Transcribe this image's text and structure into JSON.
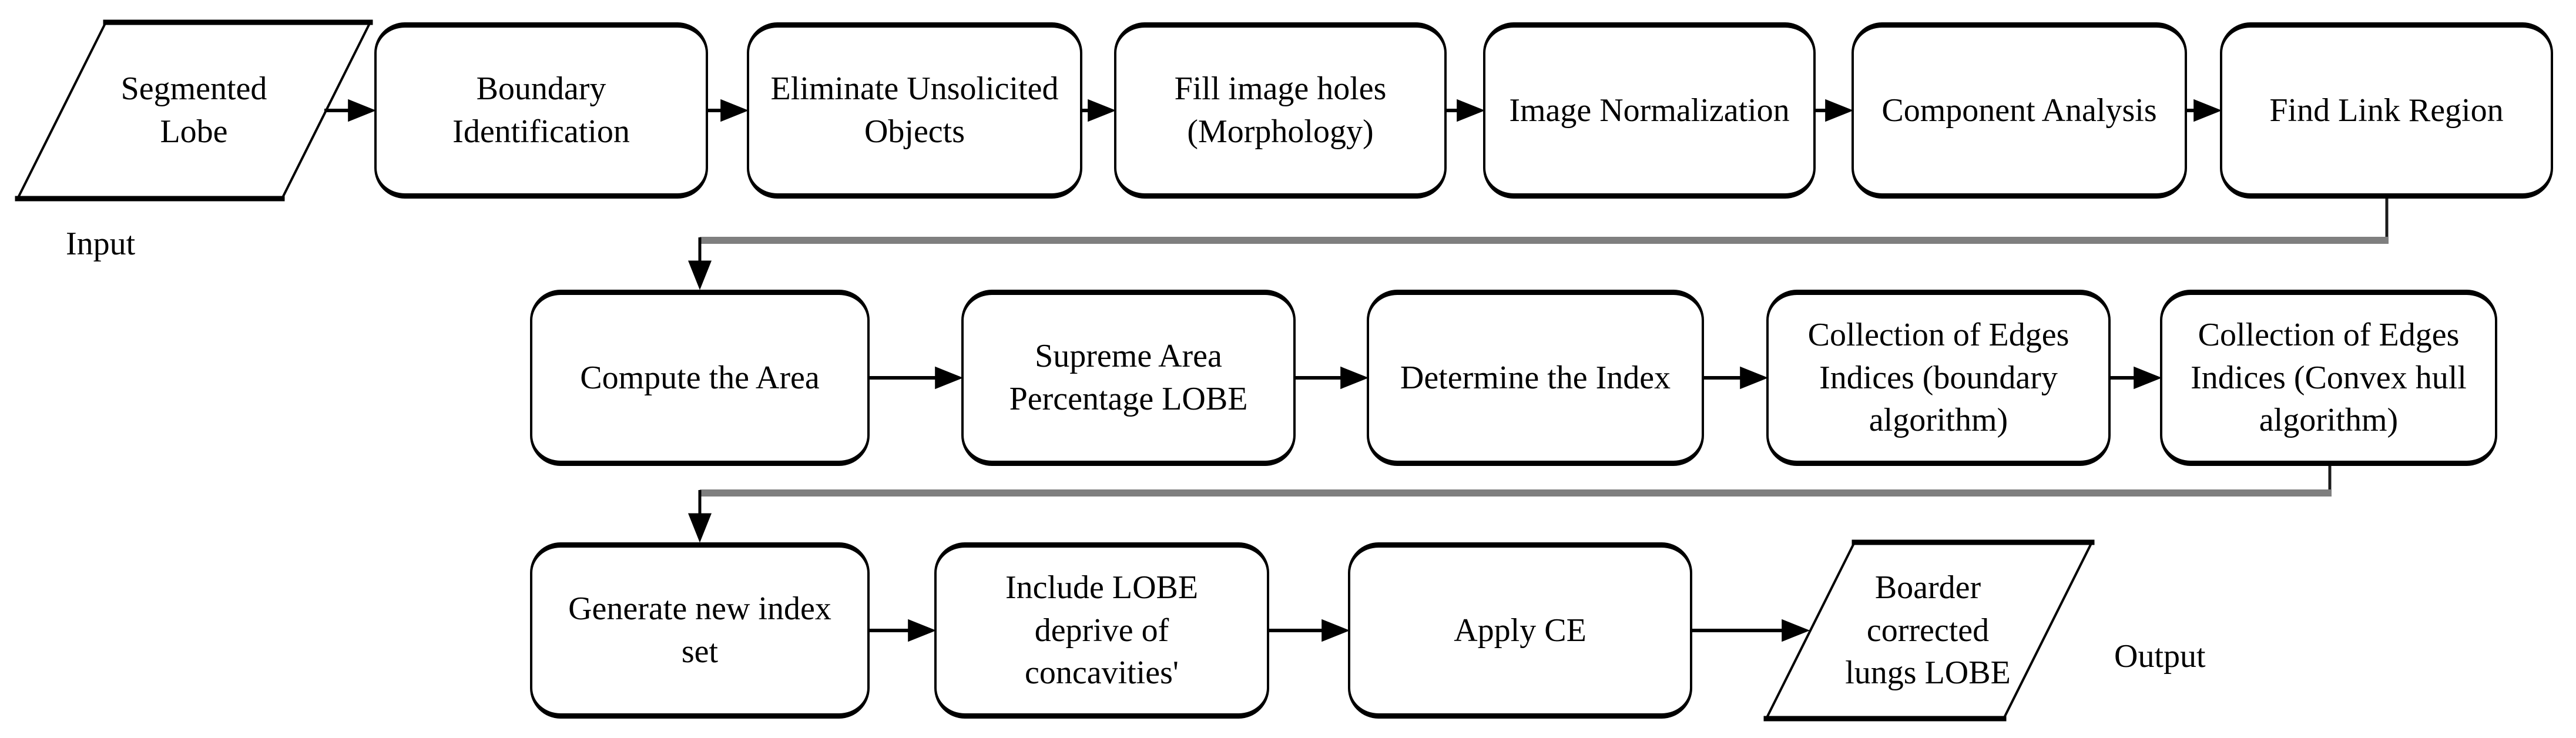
{
  "colors": {
    "stroke": "#000000",
    "connector_gray": "#7f7f7f",
    "background": "#ffffff",
    "text": "#000000"
  },
  "annotations": {
    "input": "Input",
    "output": "Output"
  },
  "nodes": [
    {
      "id": "segmented-lobe",
      "shape": "parallelogram",
      "label": "Segmented\nLobe"
    },
    {
      "id": "boundary-identification",
      "shape": "rounded-rect",
      "label": "Boundary\nIdentification"
    },
    {
      "id": "eliminate-unsolicited-objects",
      "shape": "rounded-rect",
      "label": "Eliminate Unsolicited\nObjects"
    },
    {
      "id": "fill-image-holes",
      "shape": "rounded-rect",
      "label": "Fill image holes\n(Morphology)"
    },
    {
      "id": "image-normalization",
      "shape": "rounded-rect",
      "label": "Image Normalization"
    },
    {
      "id": "component-analysis",
      "shape": "rounded-rect",
      "label": "Component Analysis"
    },
    {
      "id": "find-link-region",
      "shape": "rounded-rect",
      "label": "Find Link Region"
    },
    {
      "id": "compute-the-area",
      "shape": "rounded-rect",
      "label": "Compute the Area"
    },
    {
      "id": "supreme-area-percentage-lobe",
      "shape": "rounded-rect",
      "label": "Supreme Area\nPercentage LOBE"
    },
    {
      "id": "determine-the-index",
      "shape": "rounded-rect",
      "label": "Determine the Index"
    },
    {
      "id": "collection-edges-boundary",
      "shape": "rounded-rect",
      "label": "Collection of Edges\nIndices (boundary\nalgorithm)"
    },
    {
      "id": "collection-edges-convex-hull",
      "shape": "rounded-rect",
      "label": "Collection of Edges\nIndices (Convex hull\nalgorithm)"
    },
    {
      "id": "generate-new-index-set",
      "shape": "rounded-rect",
      "label": "Generate new index\nset"
    },
    {
      "id": "include-lobe-deprive-of-concavities",
      "shape": "rounded-rect",
      "label": "Include LOBE\ndeprive of\nconcavities'"
    },
    {
      "id": "apply-ce",
      "shape": "rounded-rect",
      "label": "Apply CE"
    },
    {
      "id": "boarder-corrected-lungs-lobe",
      "shape": "parallelogram",
      "label": "Boarder\ncorrected\nlungs LOBE"
    }
  ]
}
